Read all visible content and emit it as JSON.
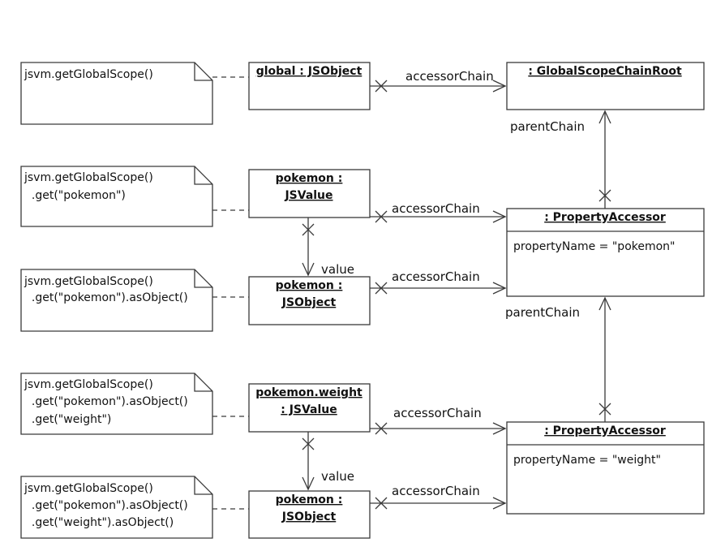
{
  "notes": [
    {
      "lines": [
        "jsvm.getGlobalScope()"
      ]
    },
    {
      "lines": [
        "jsvm.getGlobalScope()",
        "  .get(\"pokemon\")"
      ]
    },
    {
      "lines": [
        "jsvm.getGlobalScope()",
        "  .get(\"pokemon\").asObject()"
      ]
    },
    {
      "lines": [
        "jsvm.getGlobalScope()",
        "  .get(\"pokemon\").asObject()",
        "  .get(\"weight\")"
      ]
    },
    {
      "lines": [
        "jsvm.getGlobalScope()",
        "  .get(\"pokemon\").asObject()",
        "  .get(\"weight\").asObject()"
      ]
    }
  ],
  "objects": [
    {
      "title_lines": [
        "global : JSObject"
      ]
    },
    {
      "title_lines": [
        "pokemon :",
        "JSValue"
      ]
    },
    {
      "title_lines": [
        "pokemon :",
        "JSObject"
      ]
    },
    {
      "title_lines": [
        "pokemon.weight",
        ": JSValue"
      ]
    },
    {
      "title_lines": [
        "pokemon :",
        "JSObject"
      ]
    }
  ],
  "roots": {
    "global_root": {
      "title": ": GlobalScopeChainRoot"
    },
    "accessor_pokemon": {
      "title": ": PropertyAccessor",
      "attribute": "propertyName = \"pokemon\""
    },
    "accessor_weight": {
      "title": ": PropertyAccessor",
      "attribute": "propertyName = \"weight\""
    }
  },
  "labels": {
    "accessor_chain": "accessorChain",
    "parent_chain": "parentChain",
    "value": "value"
  }
}
